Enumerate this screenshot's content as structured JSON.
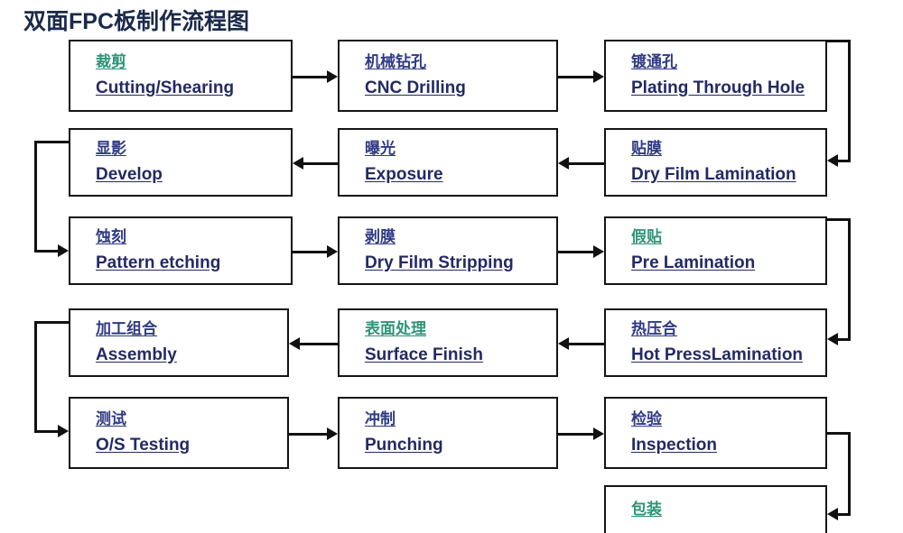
{
  "title": "双面FPC板制作流程图",
  "colors": {
    "title": "#1b2a4a",
    "box_border": "#141414",
    "english_text": "#232a63",
    "chinese_blue": "#2f3a86",
    "chinese_green": "#2e9479",
    "connector": "#111111",
    "background": "#ffffff"
  },
  "nodes": [
    {
      "id": "cutting",
      "cn": "裁剪",
      "en": "Cutting/Shearing",
      "cn_color": "green",
      "row": 1,
      "col": 1
    },
    {
      "id": "cnc-drilling",
      "cn": "机械钻孔",
      "en": "CNC Drilling",
      "cn_color": "blue",
      "row": 1,
      "col": 2
    },
    {
      "id": "plating",
      "cn": "镀通孔",
      "en": "Plating Through Hole",
      "cn_color": "blue",
      "row": 1,
      "col": 3
    },
    {
      "id": "develop",
      "cn": "显影",
      "en": "Develop",
      "cn_color": "blue",
      "row": 2,
      "col": 1
    },
    {
      "id": "exposure",
      "cn": "曝光",
      "en": "Exposure",
      "cn_color": "blue",
      "row": 2,
      "col": 2
    },
    {
      "id": "dry-film-lam",
      "cn": "贴膜",
      "en": "Dry Film Lamination",
      "cn_color": "blue",
      "row": 2,
      "col": 3
    },
    {
      "id": "etching",
      "cn": "蚀刻",
      "en": "Pattern etching",
      "cn_color": "blue",
      "row": 3,
      "col": 1
    },
    {
      "id": "film-stripping",
      "cn": "剥膜",
      "en": "Dry Film Stripping",
      "cn_color": "blue",
      "row": 3,
      "col": 2
    },
    {
      "id": "pre-lamination",
      "cn": "假贴",
      "en": " Pre Lamination",
      "cn_color": "green",
      "row": 3,
      "col": 3
    },
    {
      "id": "assembly",
      "cn": "加工组合",
      "en": "Assembly",
      "cn_color": "blue",
      "row": 4,
      "col": 1
    },
    {
      "id": "surface-finish",
      "cn": "表面处理",
      "en": "Surface  Finish",
      "cn_color": "green",
      "row": 4,
      "col": 2
    },
    {
      "id": "hot-press",
      "cn": "热压合",
      "en": "Hot PressLamination",
      "cn_color": "blue",
      "row": 4,
      "col": 3
    },
    {
      "id": "os-testing",
      "cn": "测试",
      "en": "O/S Testing",
      "cn_color": "blue",
      "row": 5,
      "col": 1
    },
    {
      "id": "punching",
      "cn": "冲制",
      "en": "Punching",
      "cn_color": "blue",
      "row": 5,
      "col": 2
    },
    {
      "id": "inspection",
      "cn": "检验",
      "en": "Inspection",
      "cn_color": "blue",
      "row": 5,
      "col": 3
    },
    {
      "id": "packaging",
      "cn": "包装",
      "en": "",
      "cn_color": "green",
      "row": 6,
      "col": 3
    }
  ],
  "flow_order": [
    "cutting",
    "cnc-drilling",
    "plating",
    "dry-film-lam",
    "exposure",
    "develop",
    "etching",
    "film-stripping",
    "pre-lamination",
    "hot-press",
    "surface-finish",
    "assembly",
    "os-testing",
    "punching",
    "inspection",
    "packaging"
  ]
}
